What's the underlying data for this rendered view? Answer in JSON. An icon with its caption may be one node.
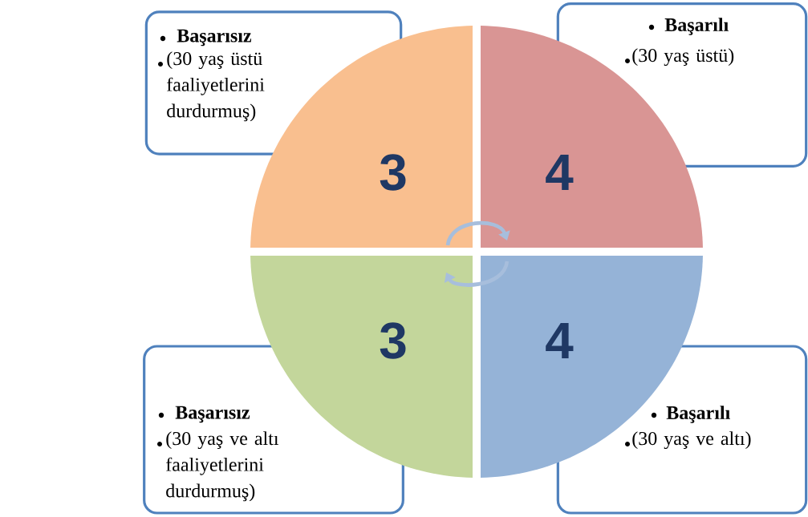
{
  "diagram": {
    "nodes": [
      {
        "text": [
          "Başarısız",
          "(30 yaş üstü faaliyetlerini durdurmuş)"
        ]
      },
      {
        "text": [
          "Başarılı",
          "(30 yaş üstü)"
        ]
      },
      {
        "text": [
          "3"
        ]
      },
      {
        "text": [
          "4"
        ]
      },
      {
        "text": [
          "3"
        ]
      },
      {
        "text": [
          "4"
        ]
      },
      {
        "text": [
          "Başarısız",
          "(30 yaş ve altı faaliyetlerini durdurmuş)"
        ]
      },
      {
        "text": [
          "Başarılı",
          "(30 yaş ve altı)"
        ]
      }
    ],
    "edges": [
      {
        "from": 2,
        "to": 3,
        "arrow": "to"
      },
      {
        "from": 5,
        "to": 4,
        "arrow": "to"
      }
    ]
  }
}
